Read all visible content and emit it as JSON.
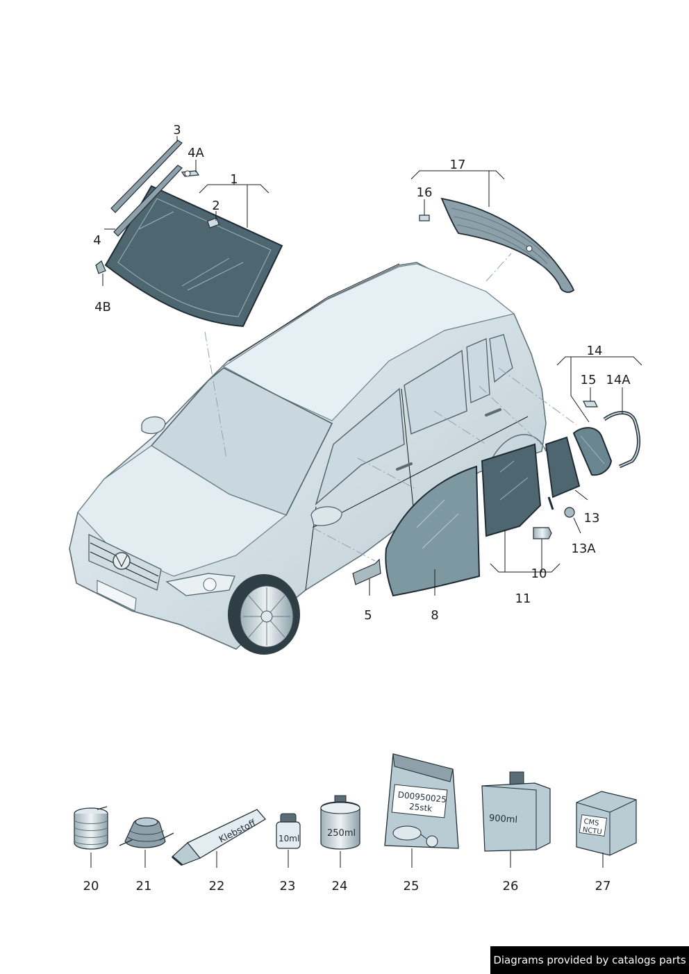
{
  "callouts": {
    "c1": "1",
    "c2": "2",
    "c3": "3",
    "c4": "4",
    "c4A": "4A",
    "c4B": "4B",
    "c5": "5",
    "c8": "8",
    "c10": "10",
    "c11": "11",
    "c13": "13",
    "c13A": "13A",
    "c14": "14",
    "c14A": "14A",
    "c15": "15",
    "c16": "16",
    "c17": "17",
    "c20": "20",
    "c21": "21",
    "c22": "22",
    "c23": "23",
    "c24": "24",
    "c25": "25",
    "c26": "26",
    "c27": "27"
  },
  "package_labels": {
    "tube": "Klebstoff",
    "small_bottle": "10ml",
    "can": "250ml",
    "bag_line1": "D00950025",
    "bag_line2": "25stk",
    "canister": "900ml",
    "box_line1": "CMS",
    "box_line2": "NCTU"
  },
  "credit": "Diagrams provided by catalogs parts",
  "colors": {
    "glass": "#4e6670",
    "body": "#dde9ee",
    "ink": "#1f2b33"
  }
}
